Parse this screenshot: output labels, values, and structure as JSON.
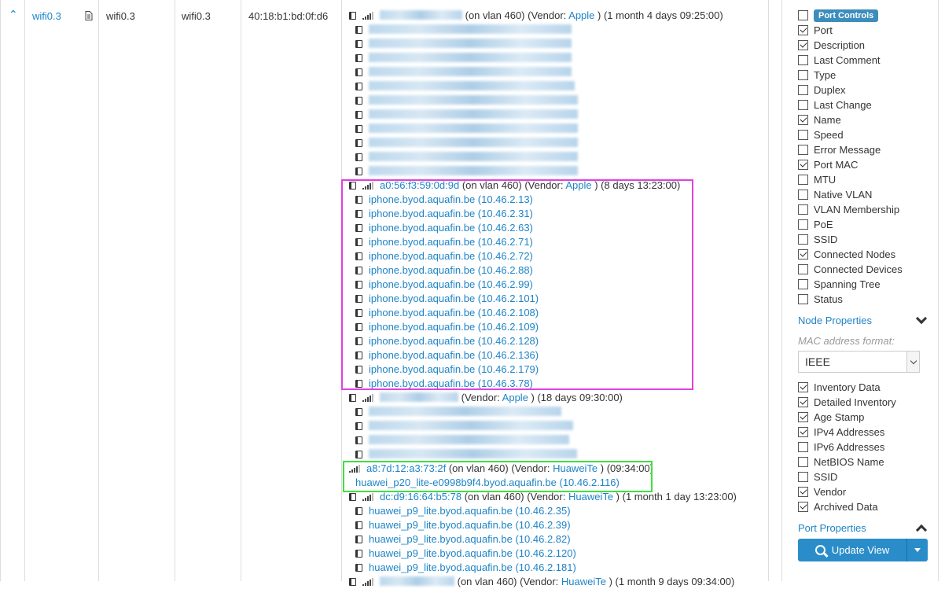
{
  "port": {
    "name": "wifi0.3",
    "description": "wifi0.3",
    "name_col": "wifi0.3",
    "mac": "40:18:b1:bd:0f:d6"
  },
  "nodes": {
    "group1": {
      "mac_hidden": true,
      "suffix": "(on vlan 460) (Vendor: ",
      "vendor": "Apple",
      "age": " ) (1 month 4 days 09:25:00)",
      "host_count": 11
    },
    "group2": {
      "mac": "a0:56:f3:59:0d:9d",
      "suffix": "(on vlan 460) (Vendor: ",
      "vendor": "Apple",
      "age": " ) (8 days 13:23:00)",
      "hosts": [
        "iphone.byod.aquafin.be (10.46.2.13)",
        "iphone.byod.aquafin.be (10.46.2.31)",
        "iphone.byod.aquafin.be (10.46.2.63)",
        "iphone.byod.aquafin.be (10.46.2.71)",
        "iphone.byod.aquafin.be (10.46.2.72)",
        "iphone.byod.aquafin.be (10.46.2.88)",
        "iphone.byod.aquafin.be (10.46.2.99)",
        "iphone.byod.aquafin.be (10.46.2.101)",
        "iphone.byod.aquafin.be (10.46.2.108)",
        "iphone.byod.aquafin.be (10.46.2.109)",
        "iphone.byod.aquafin.be (10.46.2.128)",
        "iphone.byod.aquafin.be (10.46.2.136)",
        "iphone.byod.aquafin.be (10.46.2.179)",
        "iphone.byod.aquafin.be (10.46.3.78)"
      ]
    },
    "group3": {
      "mac_hidden": true,
      "suffix": "(Vendor: ",
      "vendor": "Apple",
      "age": " ) (18 days 09:30:00)",
      "host_count": 4
    },
    "group4": {
      "mac": "a8:7d:12:a3:73:2f",
      "suffix": "(on vlan 460) (Vendor: ",
      "vendor": "HuaweiTe",
      "age": " ) (09:34:00)",
      "hosts": [
        "huawei_p20_lite-e0998b9f4.byod.aquafin.be (10.46.2.116)"
      ]
    },
    "group5": {
      "mac": "dc:d9:16:64:b5:78",
      "suffix": "(on vlan 460) (Vendor: ",
      "vendor": "HuaweiTe",
      "age": " ) (1 month 1 day 13:23:00)",
      "hosts": [
        "huawei_p9_lite.byod.aquafin.be (10.46.2.35)",
        "huawei_p9_lite.byod.aquafin.be (10.46.2.39)",
        "huawei_p9_lite.byod.aquafin.be (10.46.2.82)",
        "huawei_p9_lite.byod.aquafin.be (10.46.2.120)",
        "huawei_p9_lite.byod.aquafin.be (10.46.2.181)"
      ]
    },
    "group6": {
      "suffix": "(on vlan 460) (Vendor: ",
      "vendor": "HuaweiTe",
      "age": " ) (1 month 9 days 09:34:00)"
    }
  },
  "panel": {
    "port_controls_label": "Port Controls",
    "port_columns": [
      {
        "label": "Port",
        "checked": true
      },
      {
        "label": "Description",
        "checked": true
      },
      {
        "label": "Last Comment",
        "checked": false
      },
      {
        "label": "Type",
        "checked": false
      },
      {
        "label": "Duplex",
        "checked": false
      },
      {
        "label": "Last Change",
        "checked": false
      },
      {
        "label": "Name",
        "checked": true
      },
      {
        "label": "Speed",
        "checked": false
      },
      {
        "label": "Error Message",
        "checked": false
      },
      {
        "label": "Port MAC",
        "checked": true
      },
      {
        "label": "MTU",
        "checked": false
      },
      {
        "label": "Native VLAN",
        "checked": false
      },
      {
        "label": "VLAN Membership",
        "checked": false
      },
      {
        "label": "PoE",
        "checked": false
      },
      {
        "label": "SSID",
        "checked": false
      },
      {
        "label": "Connected Nodes",
        "checked": true
      },
      {
        "label": "Connected Devices",
        "checked": false
      },
      {
        "label": "Spanning Tree",
        "checked": false
      },
      {
        "label": "Status",
        "checked": false
      }
    ],
    "node_properties_label": "Node Properties",
    "mac_format_label": "MAC address format:",
    "mac_format_value": "IEEE",
    "node_columns": [
      {
        "label": "Inventory Data",
        "checked": true
      },
      {
        "label": "Detailed Inventory",
        "checked": true
      },
      {
        "label": "Age Stamp",
        "checked": true
      },
      {
        "label": "IPv4 Addresses",
        "checked": true
      },
      {
        "label": "IPv6 Addresses",
        "checked": false
      },
      {
        "label": "NetBIOS Name",
        "checked": false
      },
      {
        "label": "SSID",
        "checked": false
      },
      {
        "label": "Vendor",
        "checked": true
      },
      {
        "label": "Archived Data",
        "checked": true
      }
    ],
    "port_properties_label": "Port Properties",
    "update_view_label": "Update View"
  },
  "colors": {
    "link": "#1f84c6",
    "highlight_magenta": "#e040e0",
    "highlight_green": "#40e040",
    "button": "#2a8dc9"
  }
}
